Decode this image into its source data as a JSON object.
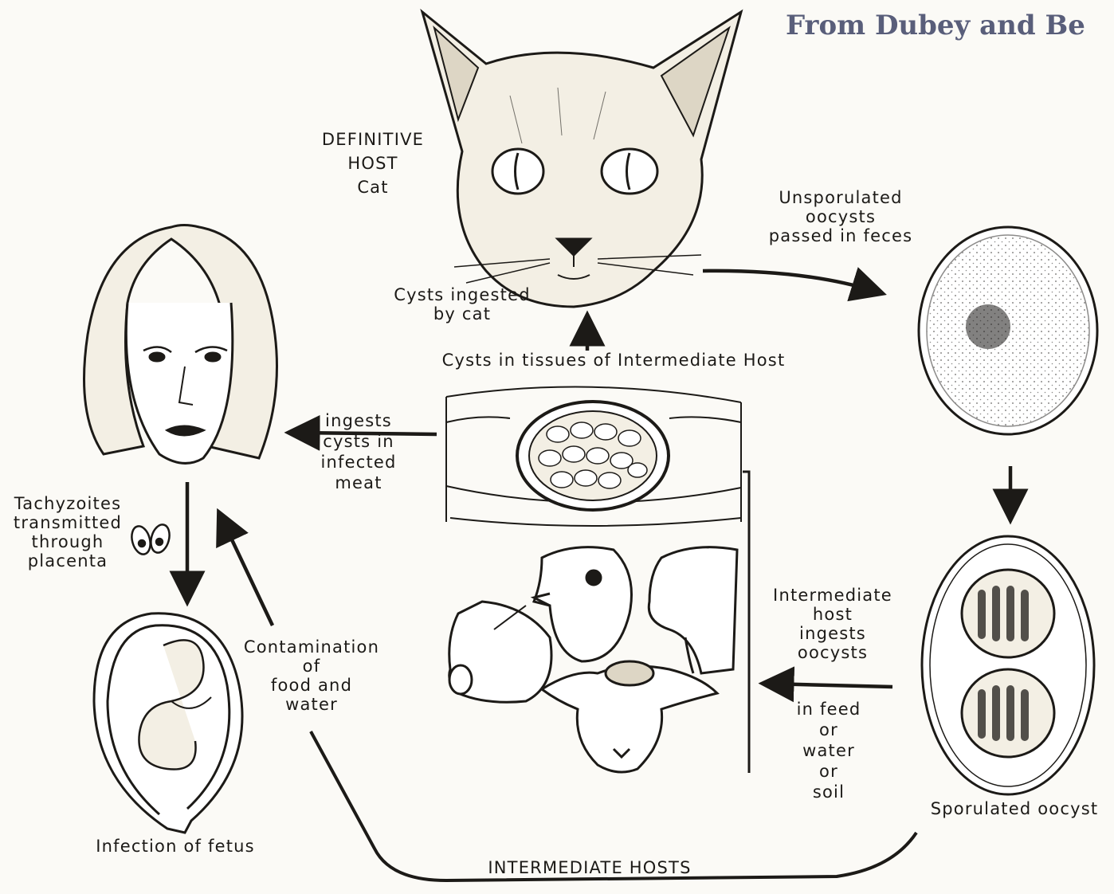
{
  "credit": "From Dubey and Be",
  "labels": {
    "definitive_host": [
      "DEFINITIVE",
      "HOST",
      "Cat"
    ],
    "unsporulated": [
      "Unsporulated",
      "oocysts",
      "passed in feces"
    ],
    "cysts_ingested": [
      "Cysts ingested",
      "by cat"
    ],
    "cysts_in_tissues": "Cysts in tissues of Intermediate Host",
    "ingests_cysts": [
      "ingests",
      "cysts in",
      "infected",
      "meat"
    ],
    "tachyzoites": [
      "Tachyzoites",
      "transmitted",
      "through",
      "placenta"
    ],
    "contamination": [
      "Contamination",
      "of",
      "food and",
      "water"
    ],
    "intermediate_ingests": [
      "Intermediate",
      "host",
      "ingests",
      "oocysts"
    ],
    "in_feed": [
      "in feed",
      "or",
      "water",
      "or",
      "soil"
    ],
    "sporulated": "Sporulated oocyst",
    "infection_fetus": "Infection of fetus",
    "intermediate_hosts": "INTERMEDIATE HOSTS"
  },
  "colors": {
    "ink": "#1c1a17",
    "paper": "#fbfaf6",
    "credit": "#595e7a"
  },
  "icons": [
    "cat-head",
    "woman-face",
    "fetus-in-uterus",
    "unsporulated-oocyst",
    "sporulated-oocyst",
    "tissue-cyst",
    "pig",
    "chicken",
    "goat",
    "sheep"
  ]
}
